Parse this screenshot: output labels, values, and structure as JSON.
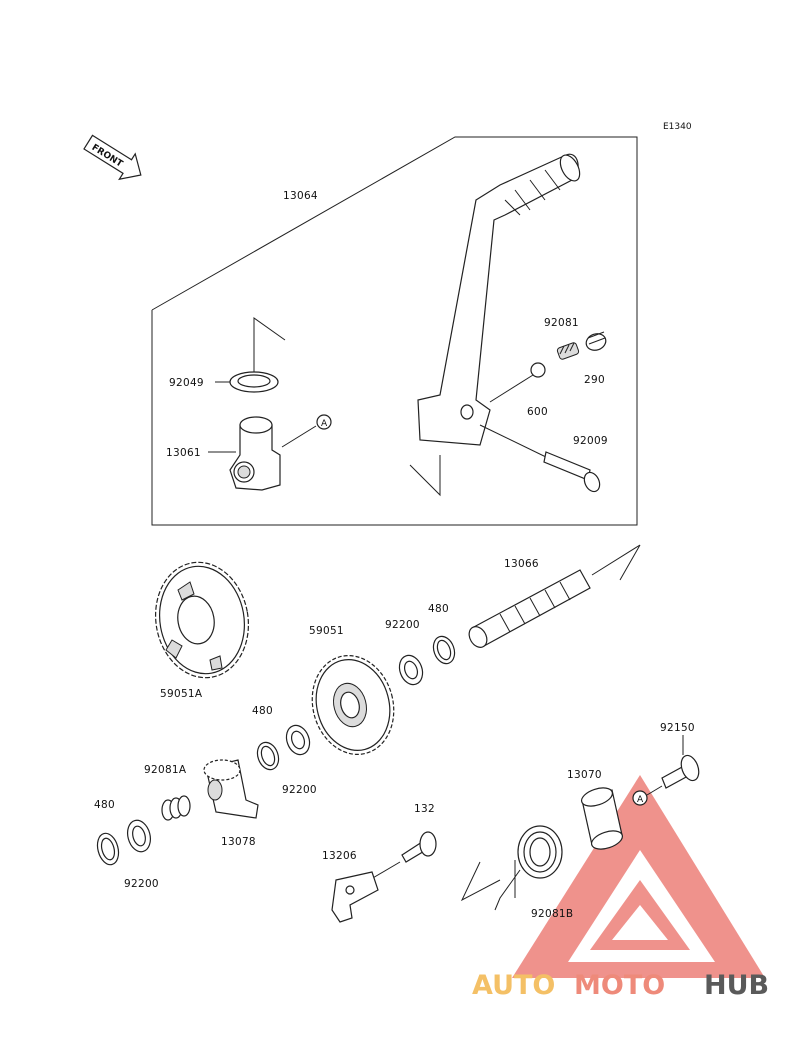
{
  "diagram": {
    "code": "E1340",
    "front_label": "FRONT",
    "callout_letter": "A"
  },
  "parts": {
    "p13064": "13064",
    "p92081": "92081",
    "p290": "290",
    "p92049": "92049",
    "p600": "600",
    "p13061": "13061",
    "p92009": "92009",
    "p13066": "13066",
    "p480a": "480",
    "p59051": "59051",
    "p92200a": "92200",
    "p59051a": "59051A",
    "p480b": "480",
    "p92081a": "92081A",
    "p92200b": "92200",
    "p92150": "92150",
    "p13070": "13070",
    "p480c": "480",
    "p132": "132",
    "p13078": "13078",
    "p13206": "13206",
    "p92200c": "92200",
    "p92081b": "92081B"
  },
  "watermark": {
    "part1": "AUTO",
    "part2": "MOTO",
    "part3": "HUB",
    "color_auto": "#f4c066",
    "color_moto": "#ee8a7a",
    "color_hub": "#5a5a5a",
    "triangle_color": "#e8625a"
  }
}
